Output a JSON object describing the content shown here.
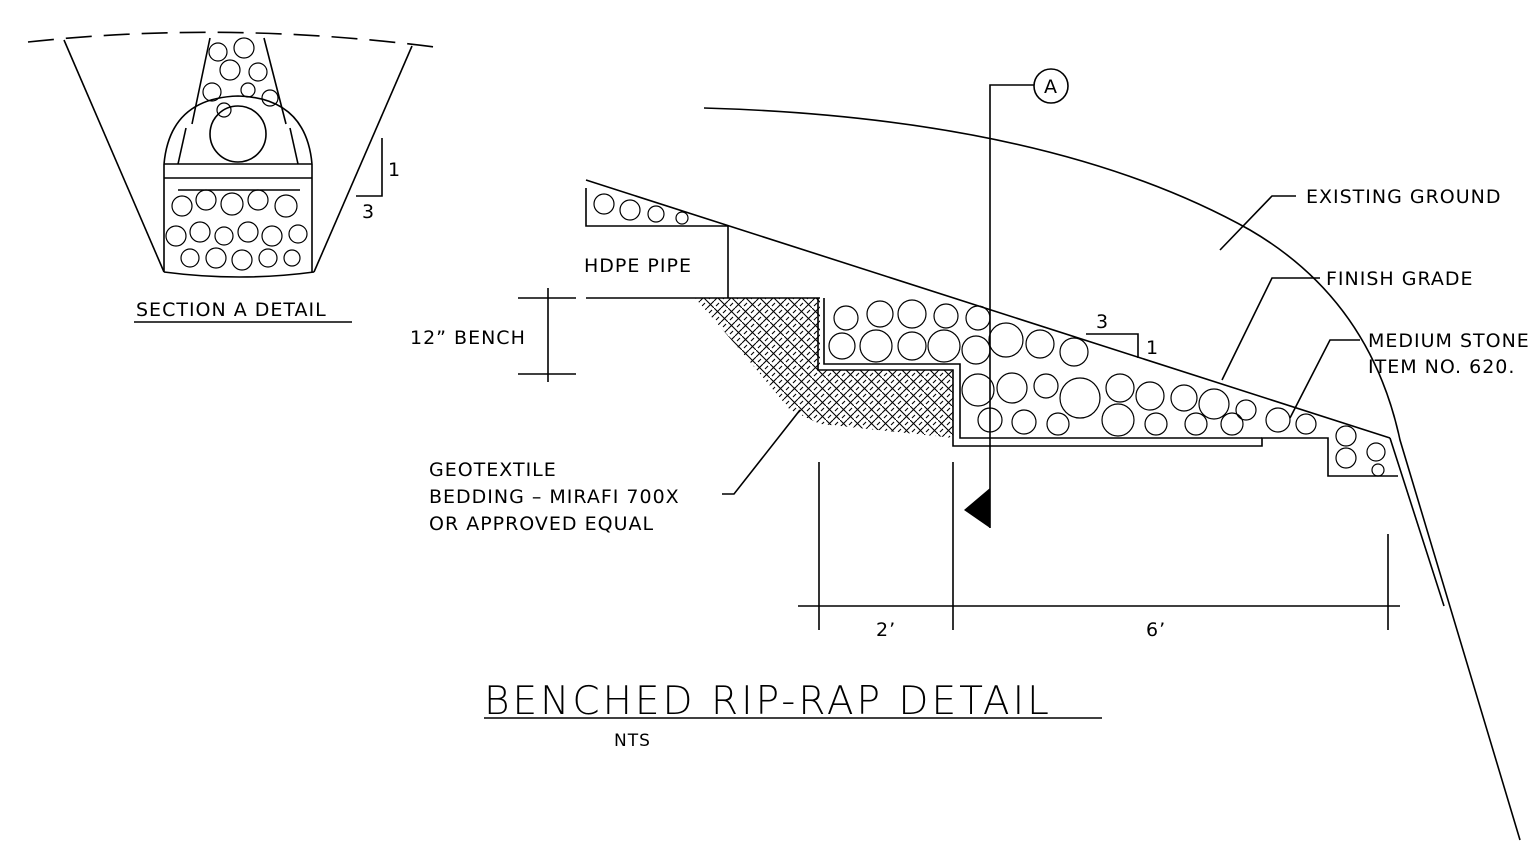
{
  "section_detail": {
    "title": "SECTION A DETAIL",
    "slope_rise": "1",
    "slope_run": "3"
  },
  "main_detail": {
    "title": "BENCHED RIP-RAP DETAIL",
    "scale_note": "NTS",
    "section_marker": "A",
    "slope_run": "3",
    "slope_rise": "1",
    "dim_left": "2’",
    "dim_right": "6’"
  },
  "labels": {
    "existing_ground": "EXISTING GROUND",
    "finish_grade": "FINISH GRADE",
    "stone_line1": "MEDIUM STONE",
    "stone_line2": "ITEM NO. 620.",
    "hdpe_pipe": "HDPE PIPE",
    "bench": "12” BENCH",
    "geotextile_line1": "GEOTEXTILE",
    "geotextile_line2": "BEDDING – MIRAFI 700X",
    "geotextile_line3": "OR APPROVED EQUAL"
  }
}
